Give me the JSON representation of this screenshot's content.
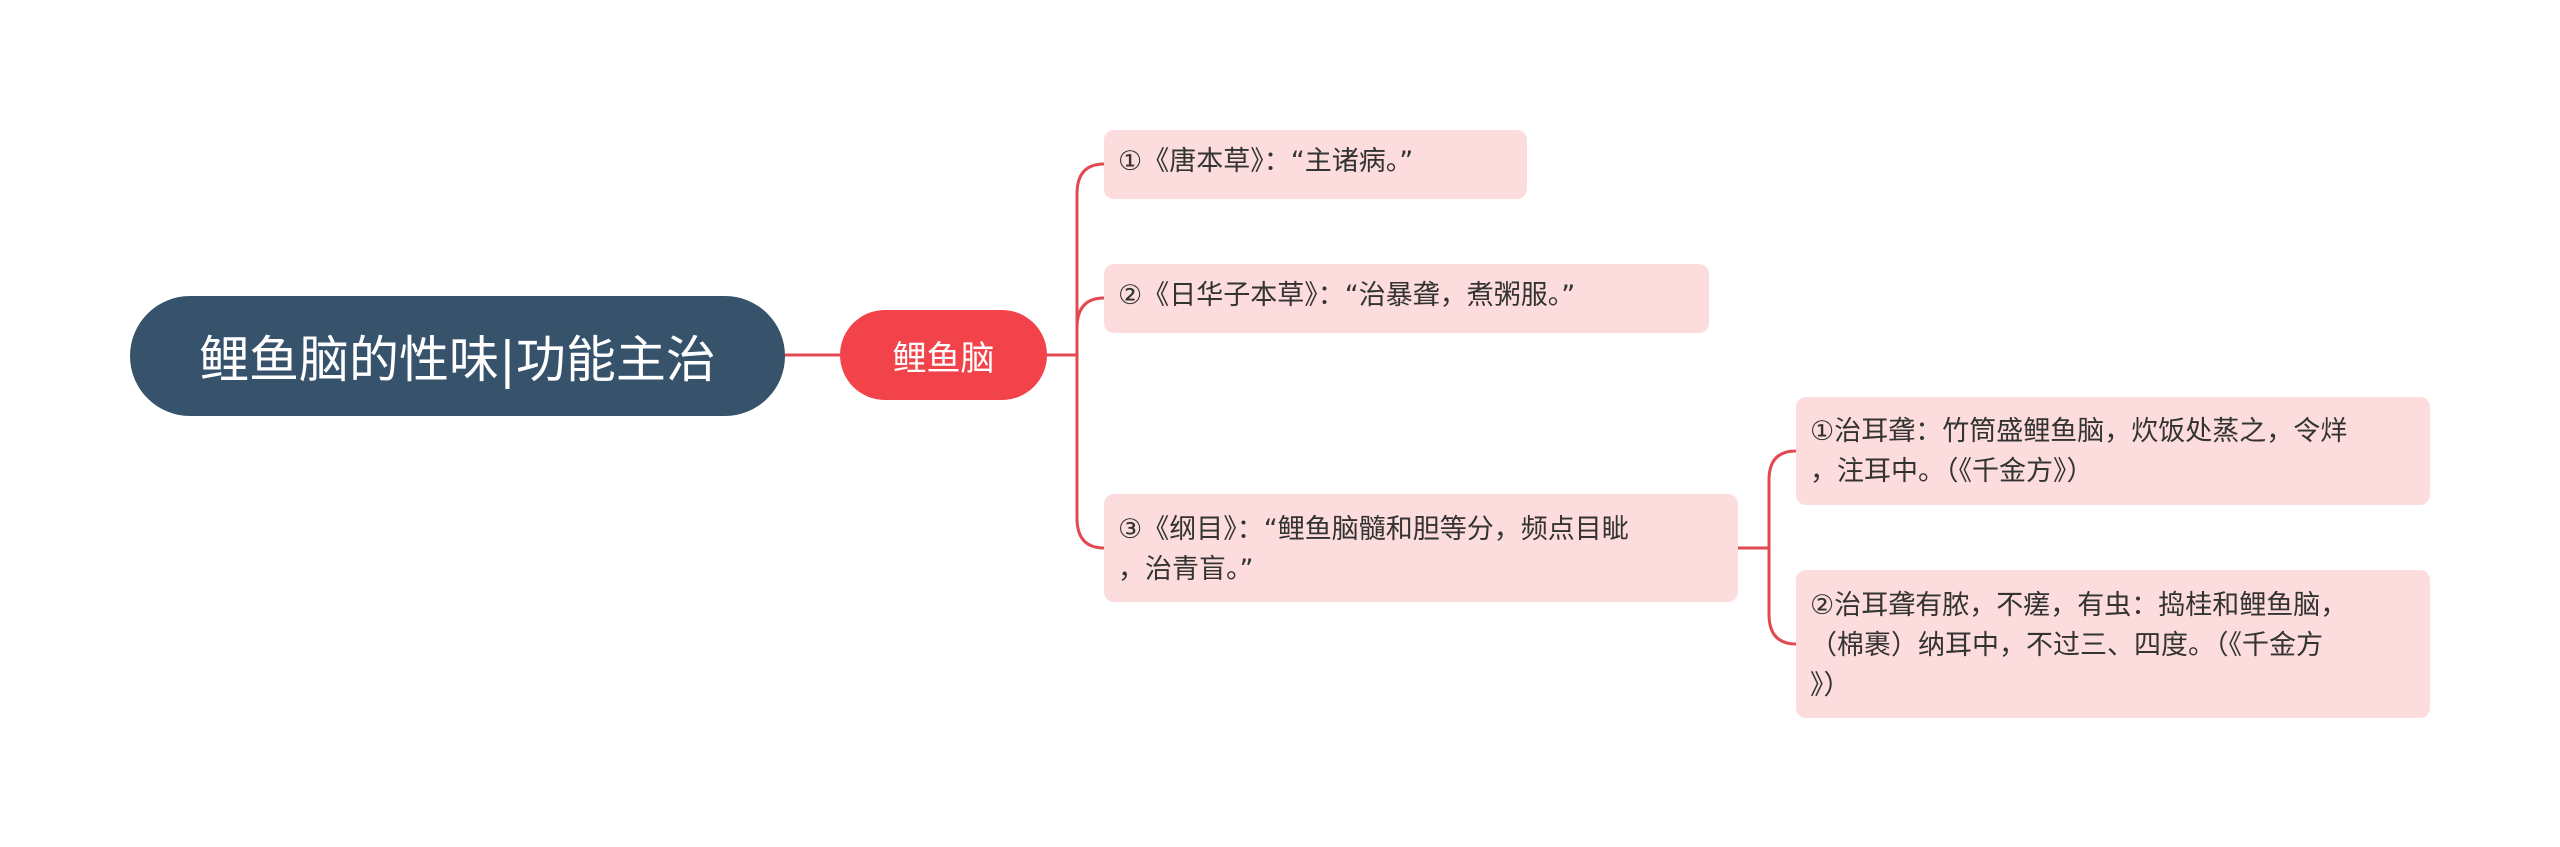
{
  "root": {
    "label": "鲤鱼脑的性味|功能主治"
  },
  "branch": {
    "label": "鲤鱼脑"
  },
  "leaves": [
    {
      "text": "①《唐本草》：“主诸病。”"
    },
    {
      "text": "②《日华子本草》：“治暴聋，煮粥服。”"
    },
    {
      "lines": [
        "③《纲目》：“鲤鱼脑髓和胆等分，频点目眦",
        "，治青盲。”"
      ]
    }
  ],
  "subleaves": [
    {
      "lines": [
        "①治耳聋：竹筒盛鲤鱼脑，炊饭处蒸之，令烊",
        "，注耳中。（《千金方》）"
      ]
    },
    {
      "lines": [
        "②治耳聋有脓，不瘥，有虫：捣桂和鲤鱼脑，",
        "（棉裹）纳耳中，不过三、四度。（《千金方",
        "》）"
      ]
    }
  ],
  "colors": {
    "root": "#37536c",
    "branch": "#f2424a",
    "leaf": "#fcdcdc",
    "line": "#e24a52"
  }
}
